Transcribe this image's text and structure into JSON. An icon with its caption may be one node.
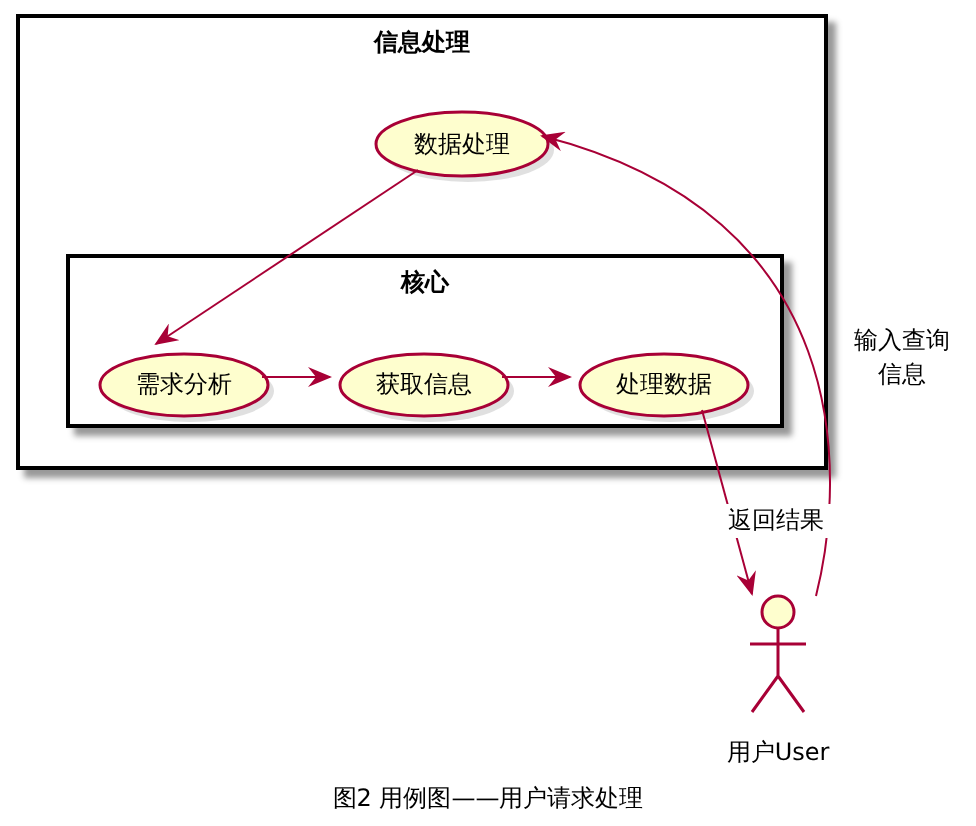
{
  "diagram": {
    "caption": "图2 用例图——用户请求处理",
    "nodes": [
      {
        "text": [
          "信息处理"
        ]
      },
      {
        "text": [
          "数据处理"
        ],
        "in": 0
      },
      {
        "text": [
          "核心"
        ],
        "in": 0
      },
      {
        "text": [
          "需求分析"
        ],
        "in": 2
      },
      {
        "text": [
          "获取信息"
        ],
        "in": 2
      },
      {
        "text": [
          "处理数据"
        ],
        "in": 2
      },
      {
        "text": [
          "用户User"
        ]
      }
    ],
    "edges": [
      {
        "from": 1,
        "to": 3,
        "arrow": "to"
      },
      {
        "from": 3,
        "to": 4,
        "arrow": "to"
      },
      {
        "from": 4,
        "to": 5,
        "arrow": "to"
      },
      {
        "from": 5,
        "to": 6,
        "arrow": "to",
        "label": "返回结果"
      },
      {
        "from": 6,
        "to": 1,
        "arrow": "to",
        "label": "输入查询信息"
      }
    ]
  }
}
